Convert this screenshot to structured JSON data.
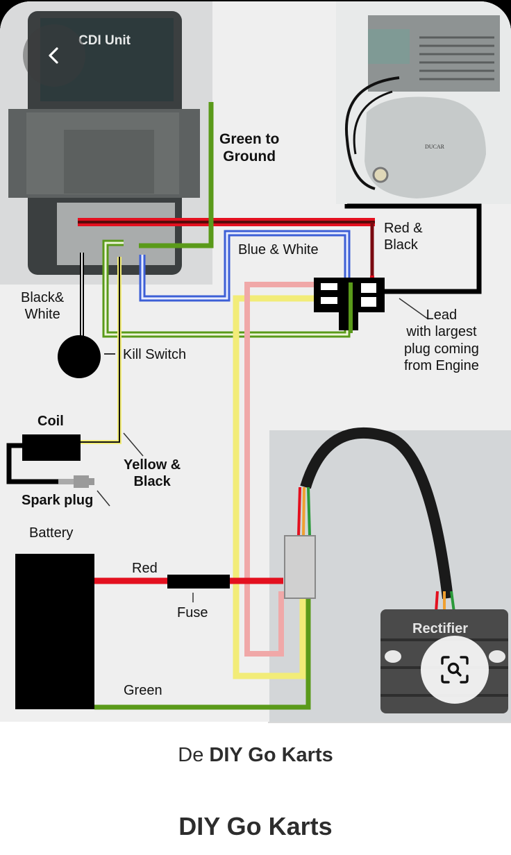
{
  "viewer": {
    "back_button_label": "Back",
    "lens_button_label": "Search image",
    "icons": {
      "back": "chevron-left-icon",
      "lens": "lens-search-icon"
    }
  },
  "diagram": {
    "labels": {
      "cdi_unit": "CDI Unit",
      "green_to_ground_line1": "Green to",
      "green_to_ground_line2": "Ground",
      "red_black_line1": "Red &",
      "red_black_line2": "Black",
      "blue_white": "Blue & White",
      "black_white_line1": "Black&",
      "black_white_line2": "White",
      "kill_switch": "Kill  Switch",
      "lead_line1": "Lead",
      "lead_line2": "with largest",
      "lead_line3": "plug coming",
      "lead_line4": "from  Engine",
      "coil": "Coil",
      "yellow_black_line1": "Yellow &",
      "yellow_black_line2": "Black",
      "spark_plug": "Spark plug",
      "battery": "Battery",
      "red": "Red",
      "fuse": "Fuse",
      "green": "Green",
      "rectifier": "Rectifier",
      "engine_brand": "DUCAR"
    },
    "wire_colors": {
      "red": "#e3101f",
      "dark_red": "#7a0a10",
      "green": "#5a9a1a",
      "blue": "#3d5fd6",
      "yellow": "#f2ec78",
      "pink": "#f0a8a8",
      "black": "#000000"
    }
  },
  "caption": {
    "source_prefix": "De",
    "source_name": "DIY Go Karts",
    "title": "DIY Go Karts"
  }
}
